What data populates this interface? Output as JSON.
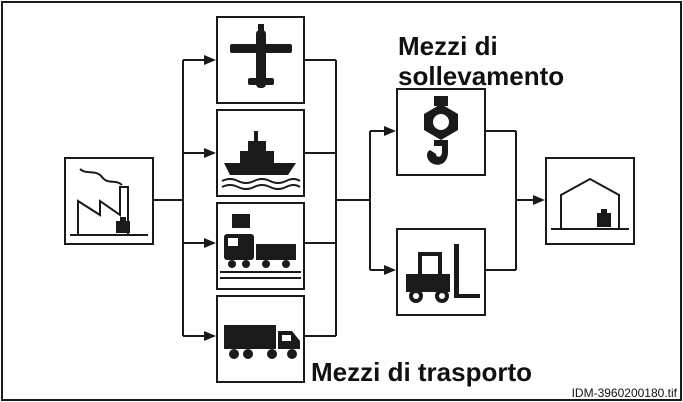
{
  "diagram": {
    "label_lifting_line1": "Mezzi di",
    "label_lifting_line2": "sollevamento",
    "label_transport": "Mezzi di trasporto",
    "image_code": "IDM-3960200180.tif"
  },
  "nodes": [
    {
      "id": "factory",
      "icon": "factory-icon"
    },
    {
      "id": "air",
      "icon": "airplane-icon"
    },
    {
      "id": "sea",
      "icon": "ship-icon"
    },
    {
      "id": "rail",
      "icon": "train-icon"
    },
    {
      "id": "road",
      "icon": "truck-icon"
    },
    {
      "id": "crane",
      "icon": "crane-hook-icon"
    },
    {
      "id": "forklift",
      "icon": "forklift-icon"
    },
    {
      "id": "warehouse",
      "icon": "warehouse-icon"
    }
  ],
  "colors": {
    "stroke": "#1a1a1a",
    "icon_bg": "#ffffff",
    "page": "#ffffff"
  }
}
